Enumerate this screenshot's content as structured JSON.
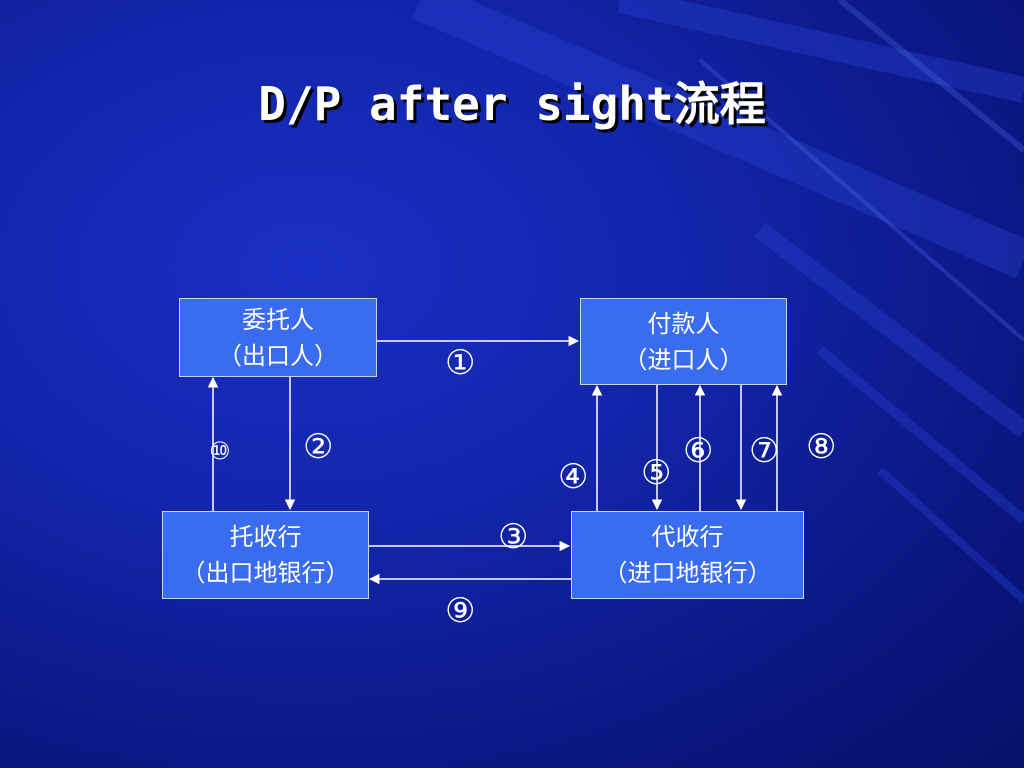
{
  "slide": {
    "title": "D/P after sight流程"
  },
  "nodes": {
    "principal": {
      "line1": "委托人",
      "line2": "（出口人）"
    },
    "drawee": {
      "line1": "付款人",
      "line2": "（进口人）"
    },
    "remitting_bank": {
      "line1": "托收行",
      "line2": "（出口地银行）"
    },
    "collecting_bank": {
      "line1": "代收行",
      "line2": "（进口地银行）"
    }
  },
  "steps": {
    "s1": "①",
    "s2": "②",
    "s3": "③",
    "s4": "④",
    "s5": "⑤",
    "s6": "⑥",
    "s7": "⑦",
    "s8": "⑧",
    "s9": "⑨",
    "s10": "⑩"
  },
  "colors": {
    "background": "#1224a8",
    "box_fill": "#3a6cf0",
    "line": "#ffffff"
  }
}
